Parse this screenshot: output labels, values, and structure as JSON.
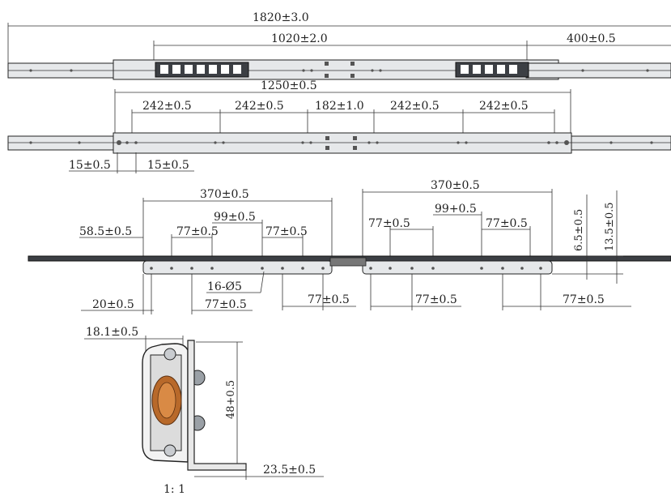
{
  "view1": {
    "overall": "1820±3.0",
    "travel": "1020±2.0",
    "extension": "400±0.5"
  },
  "view2": {
    "overall": "1250±0.5",
    "pitch": [
      "242±0.5",
      "242±0.5",
      "182±1.0",
      "242±0.5",
      "242±0.5"
    ],
    "end_left": "15±0.5",
    "end_right": "15±0.5"
  },
  "view3": {
    "left_span": "370±0.5",
    "right_span": "370±0.5",
    "offset": "58.5±0.5",
    "left_pitch_a": "77±0.5",
    "left_mid": "99±0.5",
    "left_pitch_b": "77±0.5",
    "right_pitch_a": "77±0.5",
    "right_mid": "99+0.5",
    "right_pitch_b": "77±0.5",
    "holes": "16-Ø5",
    "bottom_left": "20±0.5",
    "bottom_a": "77±0.5",
    "bottom_b": "77±0.5",
    "bottom_c": "77±0.5",
    "bottom_d": "77±0.5",
    "vert_a": "6.5±0.5",
    "vert_b": "13.5±0.5"
  },
  "section": {
    "width": "18.1±0.5",
    "height": "48+0.5",
    "bracket": "23.5±0.5",
    "scale": "1: 1"
  },
  "colors": {
    "line": "#333333",
    "rail_fill": "#e6e8ea",
    "bearing": "#b8692a"
  }
}
